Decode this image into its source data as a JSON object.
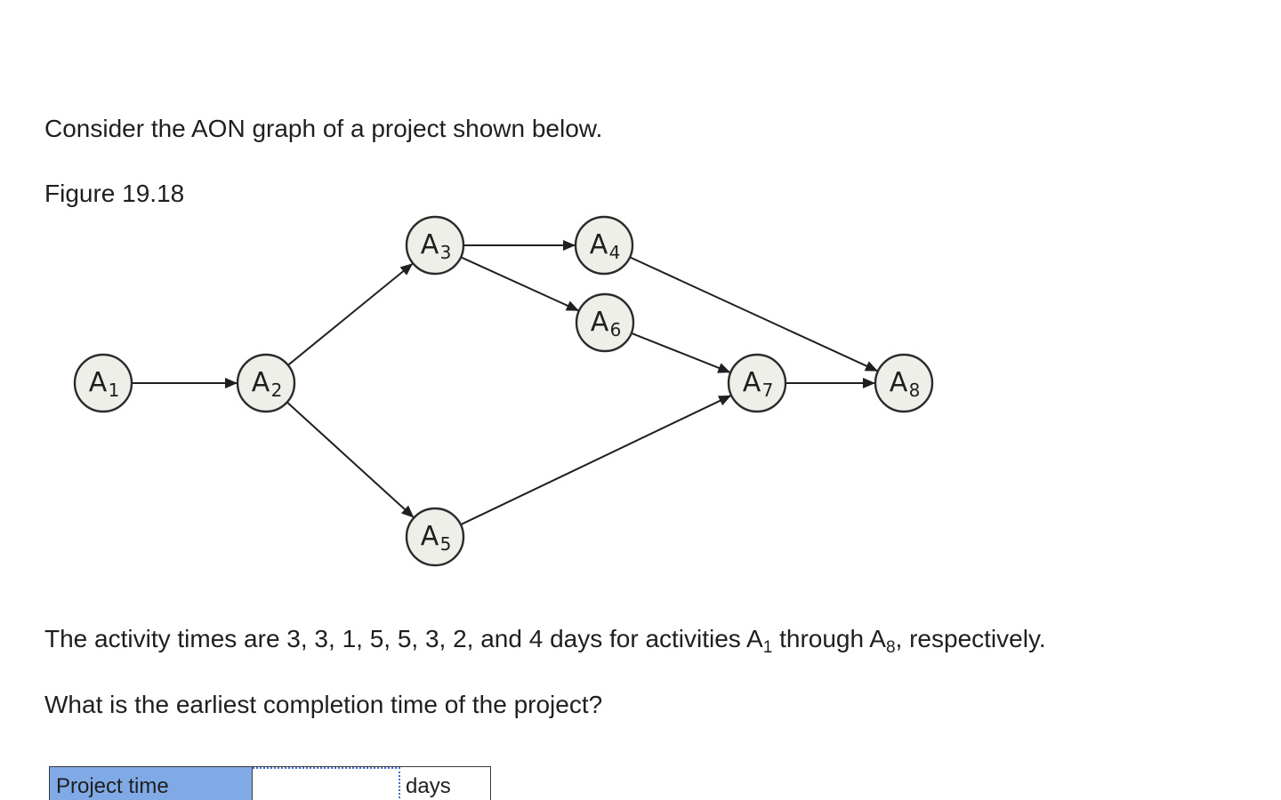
{
  "problem": {
    "intro": "Consider the AON graph of a project shown below.",
    "figure_caption": "Figure 19.18",
    "activity_times_text": {
      "before": "The activity times are 3, 3, 1, 5, 5, 3, 2, and 4 days for activities A",
      "sub1": "1",
      "middle": " through A",
      "sub2": "8",
      "after": ", respectively."
    },
    "question": "What is the earliest completion time of the project?"
  },
  "graph": {
    "nodes": [
      {
        "id": "A1",
        "letter": "A",
        "subscript": "1"
      },
      {
        "id": "A2",
        "letter": "A",
        "subscript": "2"
      },
      {
        "id": "A3",
        "letter": "A",
        "subscript": "3"
      },
      {
        "id": "A4",
        "letter": "A",
        "subscript": "4"
      },
      {
        "id": "A5",
        "letter": "A",
        "subscript": "5"
      },
      {
        "id": "A6",
        "letter": "A",
        "subscript": "6"
      },
      {
        "id": "A7",
        "letter": "A",
        "subscript": "7"
      },
      {
        "id": "A8",
        "letter": "A",
        "subscript": "8"
      }
    ],
    "edges": [
      {
        "from": "A1",
        "to": "A2"
      },
      {
        "from": "A2",
        "to": "A3"
      },
      {
        "from": "A2",
        "to": "A5"
      },
      {
        "from": "A3",
        "to": "A4"
      },
      {
        "from": "A3",
        "to": "A6"
      },
      {
        "from": "A4",
        "to": "A8"
      },
      {
        "from": "A6",
        "to": "A7"
      },
      {
        "from": "A5",
        "to": "A7"
      },
      {
        "from": "A7",
        "to": "A8"
      }
    ]
  },
  "answer": {
    "label": "Project time",
    "value": "",
    "placeholder": "",
    "unit": "days"
  },
  "colors": {
    "label_cell_bg": "#7faae6",
    "input_focus_border": "#3d6fd1",
    "node_fill": "#efefea",
    "node_stroke": "#2b2b2b"
  }
}
